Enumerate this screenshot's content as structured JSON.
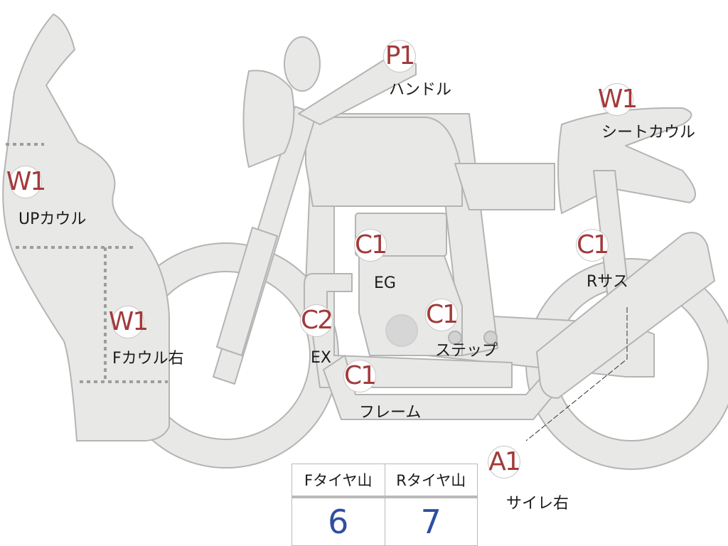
{
  "colors": {
    "body_fill": "#e8e8e6",
    "body_stroke": "#b4b4b4",
    "code_text": "#a23a3a",
    "value_text": "#2f4fa0",
    "table_border": "#b9b9b9"
  },
  "markers": [
    {
      "id": "handle",
      "code": "P1",
      "label": "ハンドル"
    },
    {
      "id": "seat-cowl",
      "code": "W1",
      "label": "シートカウル"
    },
    {
      "id": "up-cowl",
      "code": "W1",
      "label": "UPカウル"
    },
    {
      "id": "eg",
      "code": "C1",
      "label": "EG"
    },
    {
      "id": "r-sus",
      "code": "C1",
      "label": "Rサス"
    },
    {
      "id": "ex",
      "code": "C2",
      "label": "EX"
    },
    {
      "id": "step",
      "code": "C1",
      "label": "ステップ"
    },
    {
      "id": "f-cowl-right",
      "code": "W1",
      "label": "Fカウル右"
    },
    {
      "id": "frame",
      "code": "C1",
      "label": "フレーム"
    },
    {
      "id": "silencer-right",
      "code": "A1",
      "label": "サイレ右"
    }
  ],
  "tire_table": {
    "front_header": "Fタイヤ山",
    "rear_header": "Rタイヤ山",
    "front_value": "6",
    "rear_value": "7"
  }
}
